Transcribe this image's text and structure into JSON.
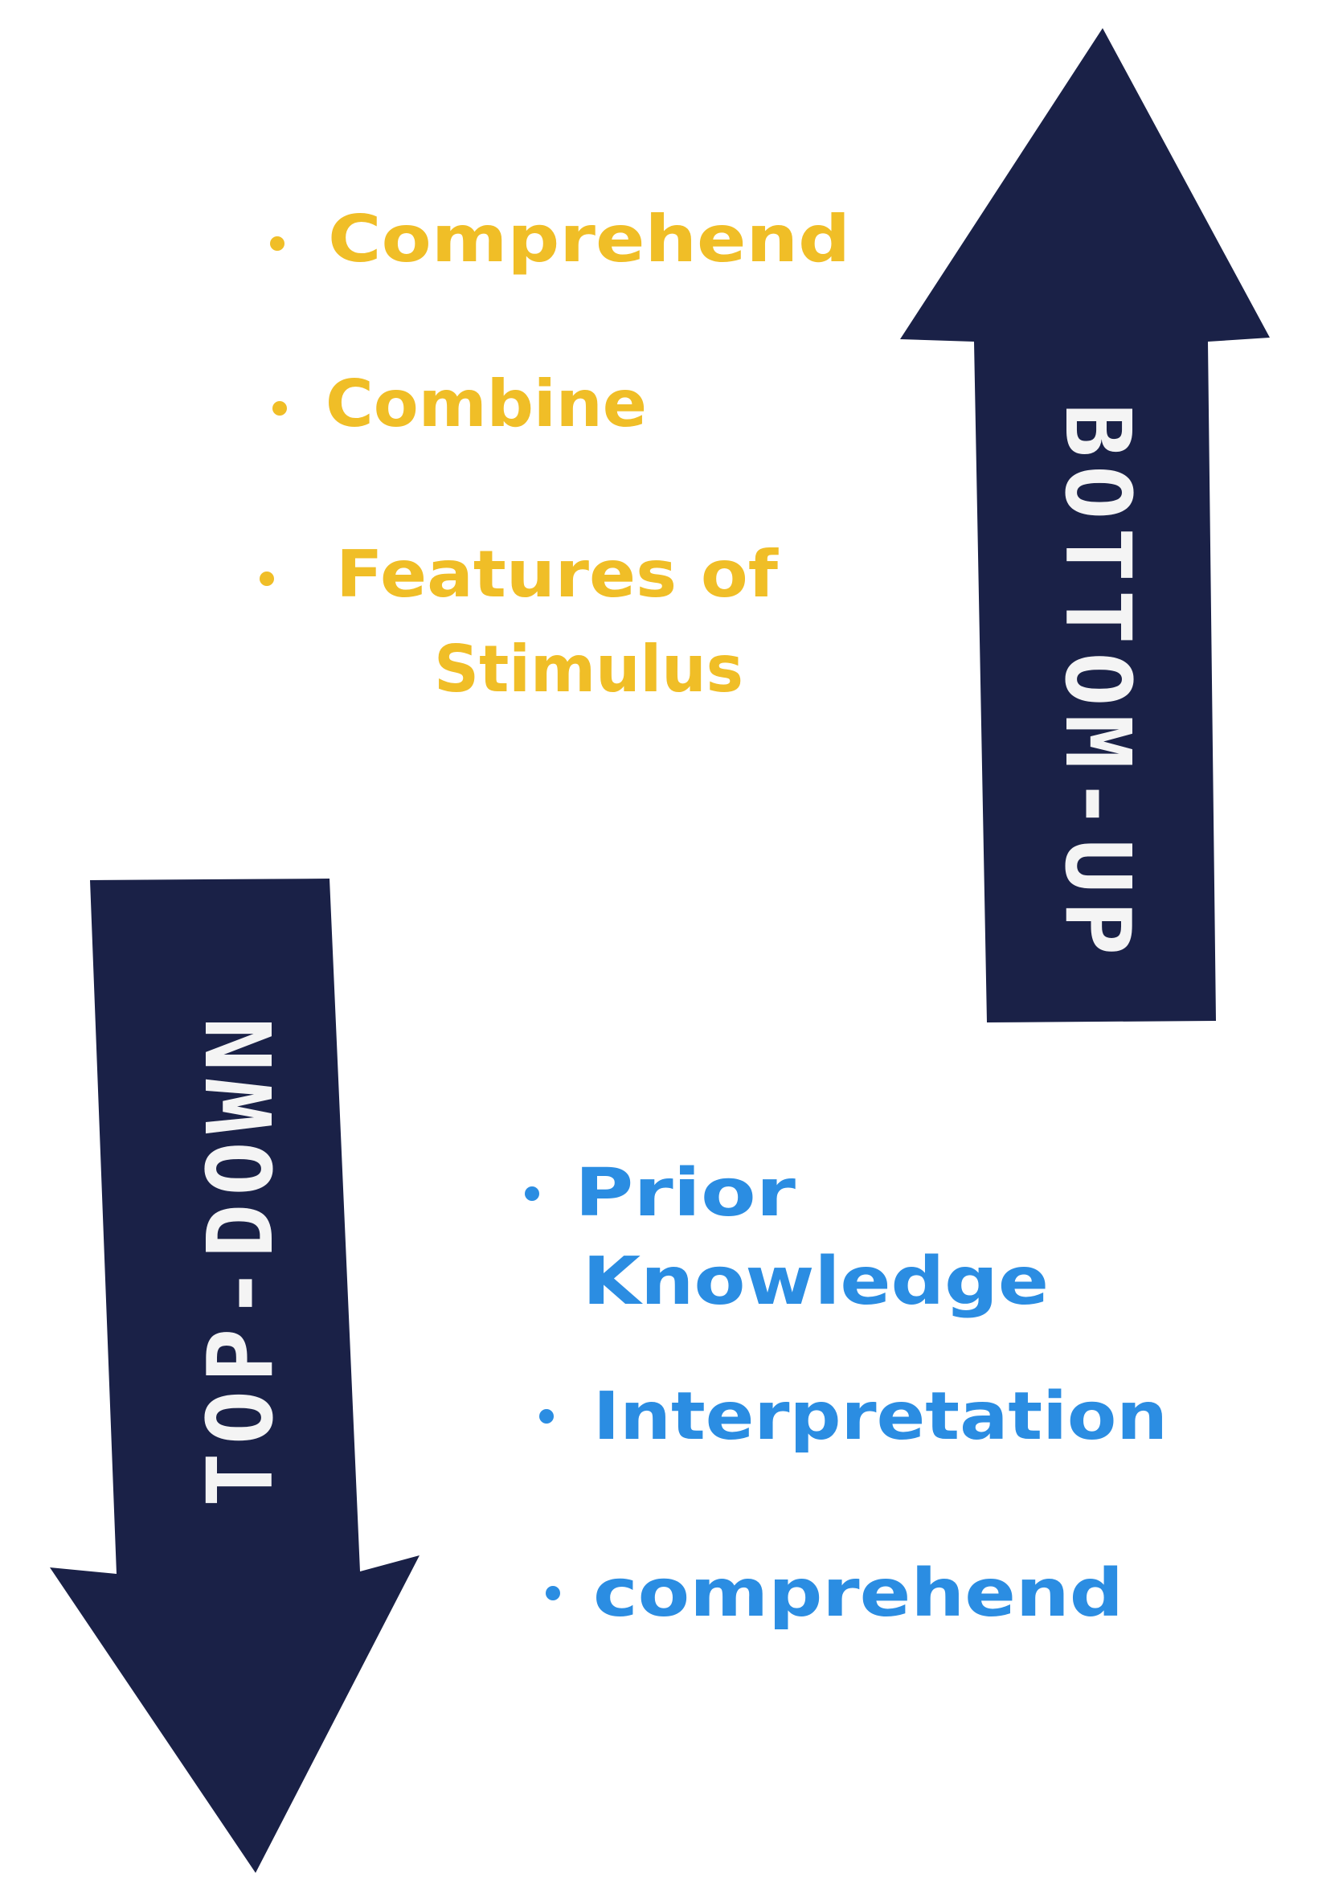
{
  "colors": {
    "arrow_fill": "#1a2147",
    "arrow_text": "#f4f4f4",
    "bottom_up_text": "#f0be27",
    "top_down_text": "#2b8de2"
  },
  "bottom_up": {
    "label": "BOTTOM-UP",
    "direction": "up",
    "items": [
      "Comprehend",
      "Combine",
      "Features of",
      "Stimulus"
    ]
  },
  "top_down": {
    "label": "TOP-DOWN",
    "direction": "down",
    "items": [
      "Prior",
      "Knowledge",
      "Interpretation",
      "comprehend"
    ]
  }
}
